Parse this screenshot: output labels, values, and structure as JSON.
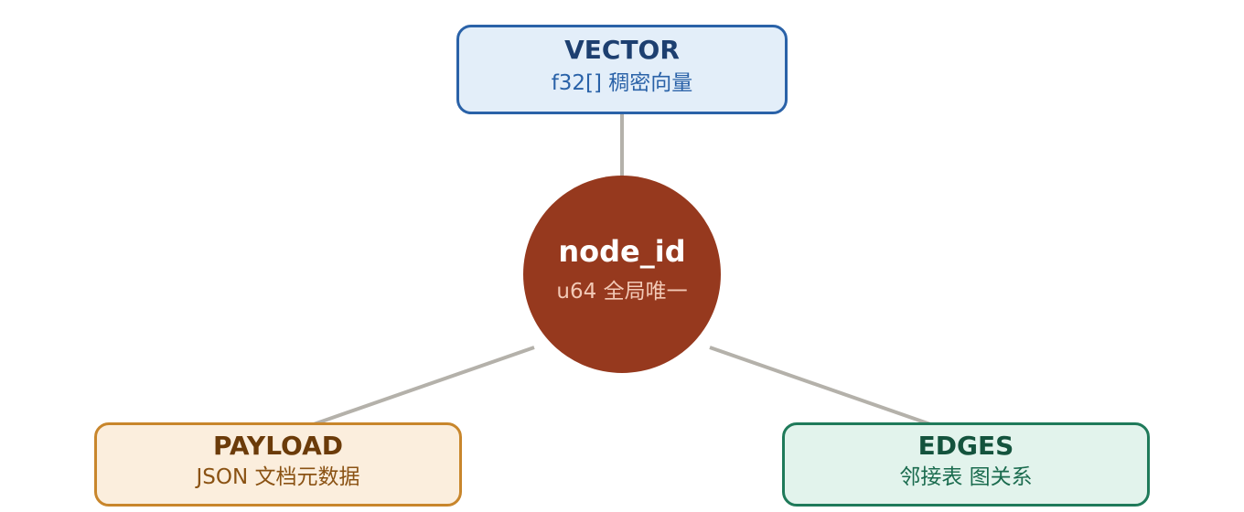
{
  "diagram": {
    "center": {
      "title": "node_id",
      "subtitle": "u64 全局唯一",
      "fill": "#96391e"
    },
    "nodes": [
      {
        "id": "vector",
        "title": "VECTOR",
        "subtitle": "f32[] 稠密向量",
        "fill": "#e3eef9",
        "border": "#2a62a8"
      },
      {
        "id": "payload",
        "title": "PAYLOAD",
        "subtitle": "JSON 文档元数据",
        "fill": "#fbeedd",
        "border": "#c8862c"
      },
      {
        "id": "edges",
        "title": "EDGES",
        "subtitle": "邻接表 图关系",
        "fill": "#e2f3ec",
        "border": "#1f7a5a"
      }
    ],
    "connector_color": "#b4b1aa"
  }
}
